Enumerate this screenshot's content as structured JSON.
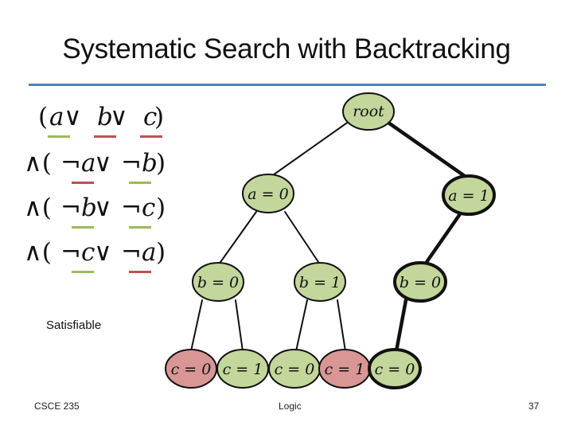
{
  "slide": {
    "title": "Systematic Search with Backtracking",
    "status": "Satisfiable",
    "footer_left": "CSCE 235",
    "footer_center": "Logic",
    "page_number": "37"
  },
  "formula": {
    "lines": [
      {
        "text": [
          "(",
          "a",
          " ∨ ",
          "b",
          " ∨ ",
          "c",
          ")"
        ]
      },
      {
        "text": [
          "∧(",
          "¬a",
          " ∨ ",
          "¬b",
          ")"
        ]
      },
      {
        "text": [
          "∧(",
          "¬b",
          " ∨ ",
          "¬c",
          ")"
        ]
      },
      {
        "text": [
          "∧(",
          "¬c",
          " ∨ ",
          "¬a",
          ")"
        ]
      }
    ]
  },
  "colors": {
    "title_rule": "#4f81bd",
    "node_green": "#c3d69b",
    "node_red": "#d99694",
    "underline_green": "#9bbb59",
    "underline_red": "#c0504d",
    "edge": "#111111"
  },
  "tree": {
    "root": {
      "label": "root"
    },
    "level1": [
      {
        "label": "a = 0"
      },
      {
        "label": "a = 1"
      }
    ],
    "level2": [
      {
        "label": "b = 0"
      },
      {
        "label": "b = 1"
      },
      {
        "label": "b = 0"
      }
    ],
    "level3": [
      {
        "label": "c = 0",
        "status": "conflict"
      },
      {
        "label": "c = 1",
        "status": "ok"
      },
      {
        "label": "c = 0",
        "status": "ok"
      },
      {
        "label": "c = 1",
        "status": "conflict"
      },
      {
        "label": "c = 0",
        "status": "ok"
      }
    ]
  }
}
